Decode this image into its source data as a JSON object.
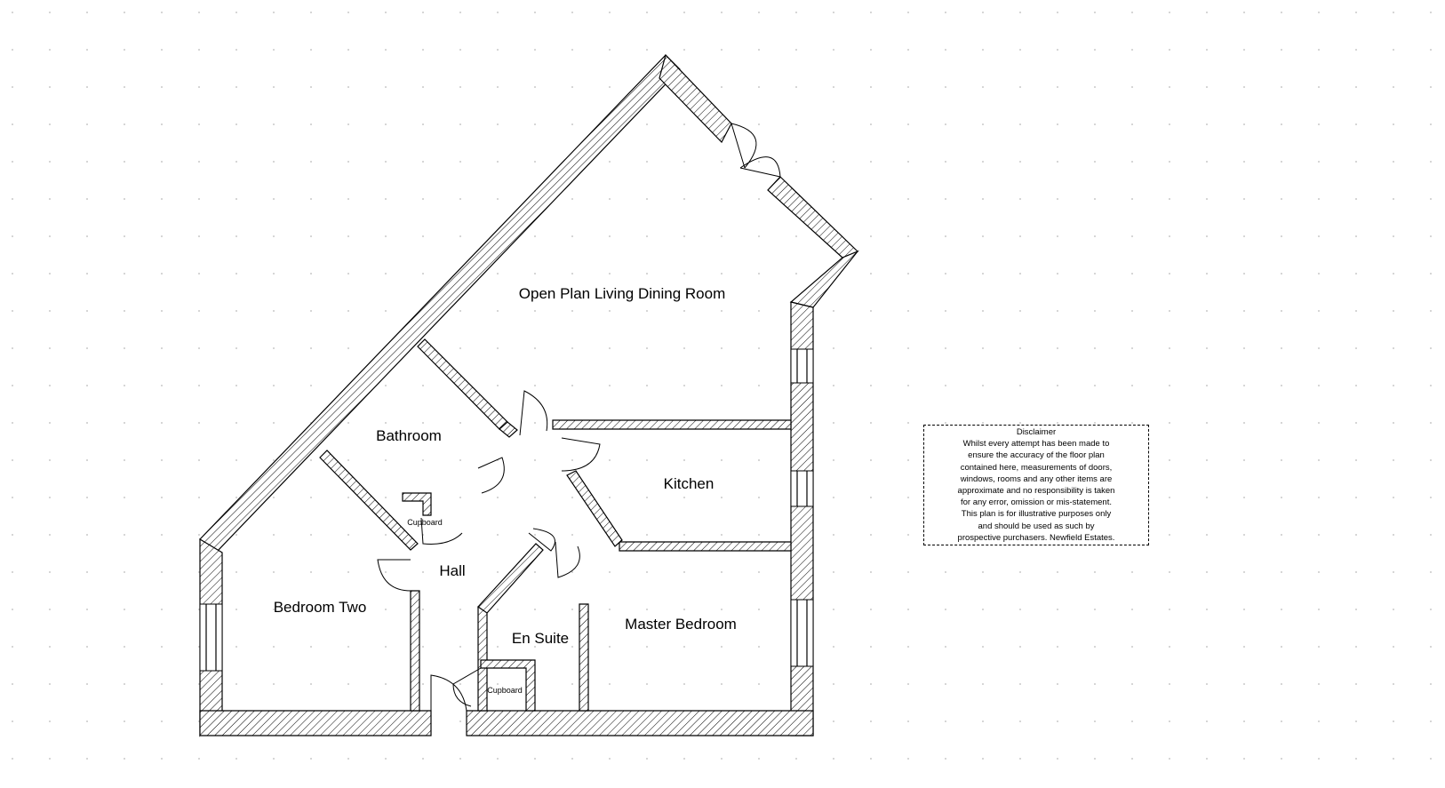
{
  "rooms": {
    "living": "Open Plan Living Dining Room",
    "bathroom": "Bathroom",
    "kitchen": "Kitchen",
    "bedroom_two": "Bedroom Two",
    "hall": "Hall",
    "en_suite": "En Suite",
    "master_bedroom": "Master Bedroom",
    "cupboard_upper": "Cupboard",
    "cupboard_lower": "Cupboard"
  },
  "disclaimer": {
    "title": "Disclaimer",
    "lines": [
      "Whilst every attempt has been made to",
      "ensure the accuracy of the floor plan",
      "contained here, measurements of doors,",
      "windows, rooms and any other items are",
      "approximate and no responsibility is taken",
      "for any error, omission or mis-statement.",
      "This plan is for illustrative purposes only",
      "and should be used as such by",
      "prospective purchasers. Newfield Estates."
    ]
  },
  "colors": {
    "line": "#000000",
    "background": "#ffffff",
    "grid_dot": "#b8b8b8"
  }
}
